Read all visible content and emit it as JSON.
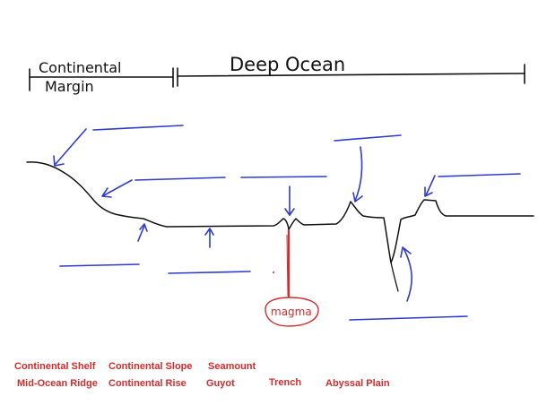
{
  "diagram": {
    "headers": {
      "continental_line1": "Continental",
      "continental_line2": "Margin",
      "deep_ocean": "Deep Ocean"
    },
    "magma_label": "magma",
    "word_bank": [
      "Continental Shelf",
      "Continental Slope",
      "Seamount",
      "Mid-Ocean Ridge",
      "Continental Rise",
      "Guyot",
      "Trench",
      "Abyssal Plain"
    ]
  },
  "colors": {
    "ink": "#111111",
    "blue_pen": "#2d3bd1",
    "red_pen": "#d62b2b"
  }
}
